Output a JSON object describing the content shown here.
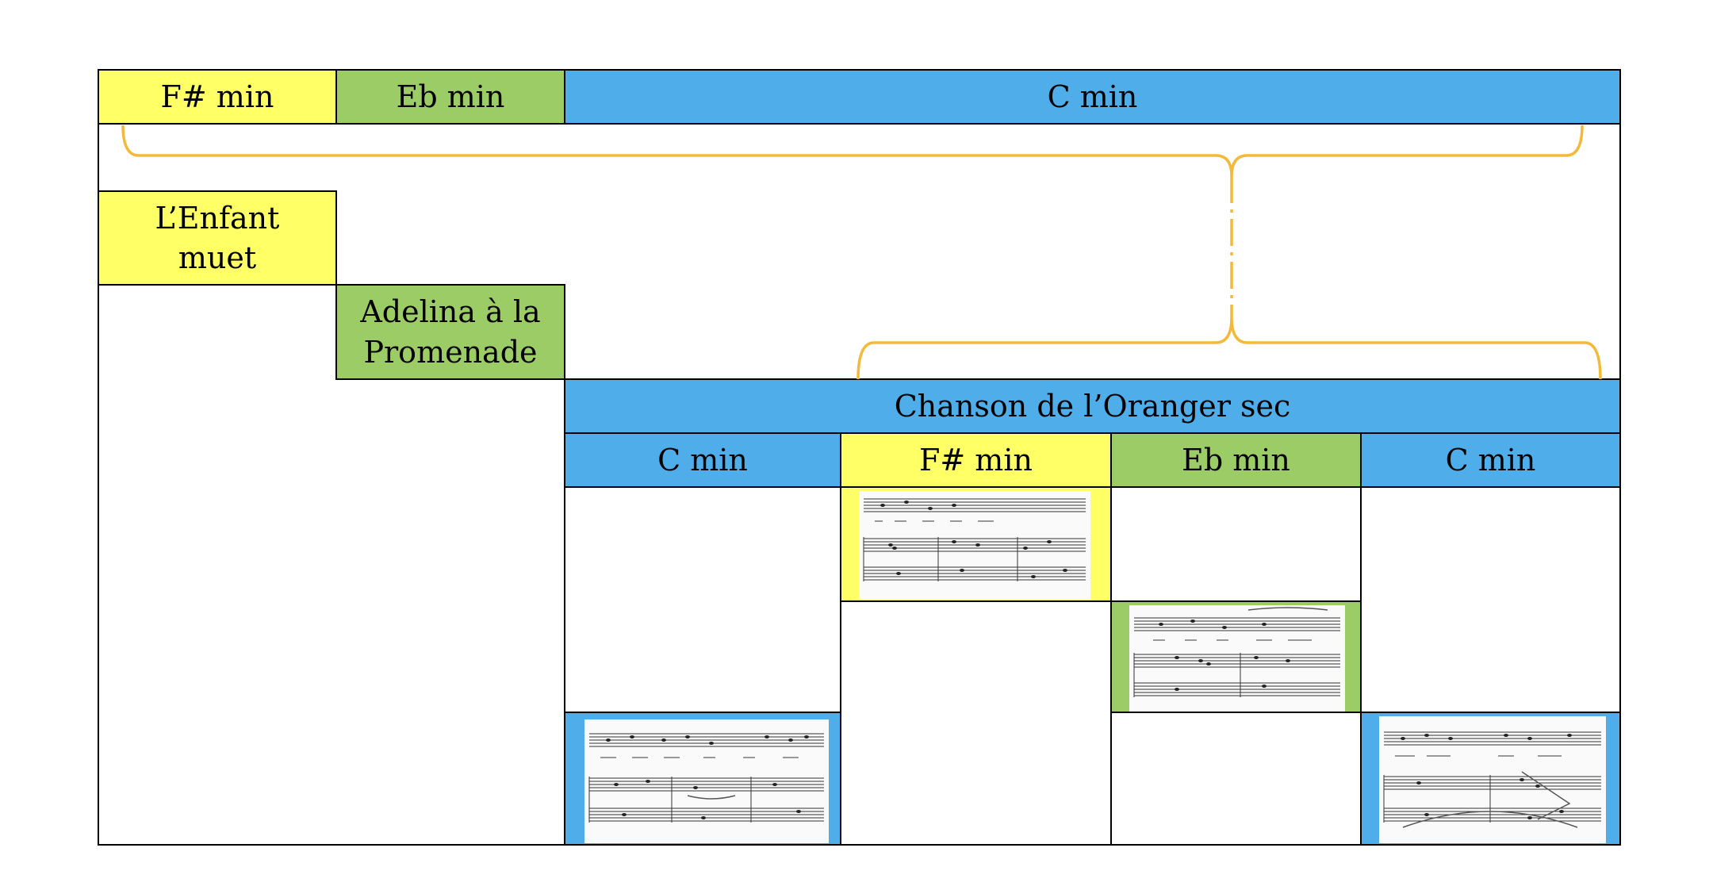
{
  "top_row": {
    "keys": [
      {
        "label": "F# min",
        "color": "#ffff66"
      },
      {
        "label": "Eb min",
        "color": "#9ccc65"
      },
      {
        "label": "C min",
        "color": "#4faeea"
      }
    ]
  },
  "pieces": [
    {
      "label": "L’Enfant\nmuet",
      "color": "#ffff66"
    },
    {
      "label": "Adelina à la\nPromenade",
      "color": "#9ccc65"
    },
    {
      "label": "Chanson de l’Oranger sec",
      "color": "#4faeea"
    }
  ],
  "chanson_sections": [
    {
      "label": "C min",
      "color": "#4faeea"
    },
    {
      "label": "F# min",
      "color": "#ffff66"
    },
    {
      "label": "Eb min",
      "color": "#9ccc65"
    },
    {
      "label": "C min",
      "color": "#4faeea"
    }
  ],
  "score_excerpts": [
    {
      "name": "score-excerpt-c-min-opening",
      "frame_color": "#4faeea"
    },
    {
      "name": "score-excerpt-f-sharp-min",
      "frame_color": "#ffff66"
    },
    {
      "name": "score-excerpt-eb-min",
      "frame_color": "#9ccc65"
    },
    {
      "name": "score-excerpt-c-min-closing",
      "frame_color": "#4faeea"
    }
  ],
  "brace_color": "#f5b93a"
}
